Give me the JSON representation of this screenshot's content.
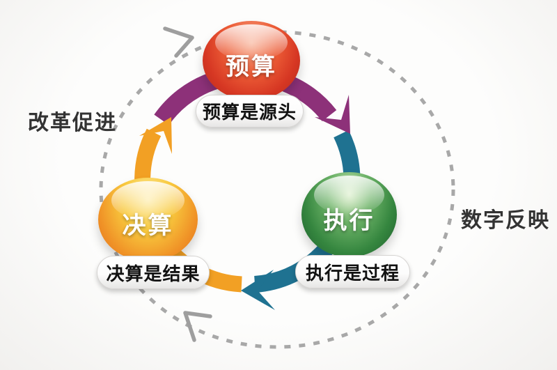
{
  "cycle": {
    "nodes": [
      {
        "id": "budget",
        "label": "预算",
        "caption": "预算是源头",
        "position": "top",
        "color": "#d93a22"
      },
      {
        "id": "execution",
        "label": "执行",
        "caption": "执行是过程",
        "position": "right",
        "color": "#2f8340"
      },
      {
        "id": "settlement",
        "label": "决算",
        "caption": "决算是结果",
        "position": "left",
        "color": "#f0a42a"
      }
    ],
    "arrows": [
      {
        "from": "预算",
        "to": "执行",
        "color": "#8d3179"
      },
      {
        "from": "执行",
        "to": "决算",
        "color": "#1f7291"
      },
      {
        "from": "决算",
        "to": "预算",
        "color": "#f2a024"
      }
    ],
    "ring": {
      "style": "dashed",
      "direction": "clockwise",
      "color": "#a8a8a8",
      "arrow_color": "#9e9e9e"
    },
    "outer_labels": [
      {
        "text": "改革促进",
        "position": "left"
      },
      {
        "text": "数字反映",
        "position": "right"
      }
    ]
  }
}
